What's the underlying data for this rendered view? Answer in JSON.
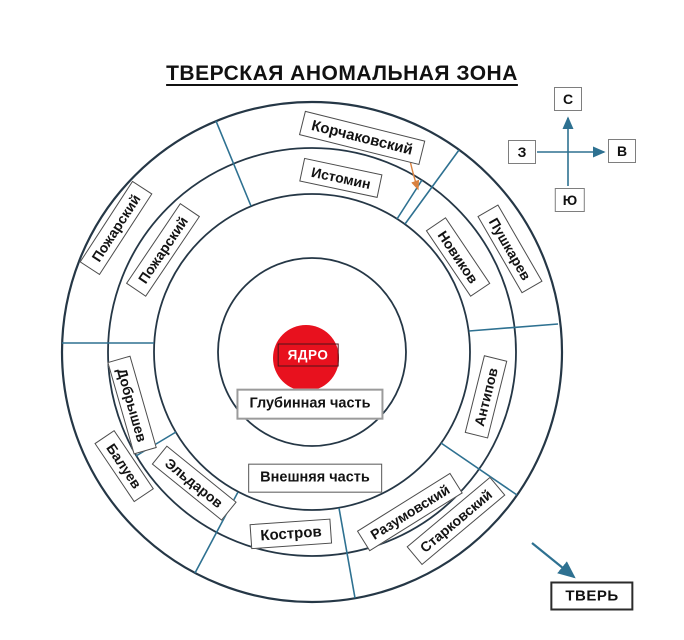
{
  "title": "ТВЕРСКАЯ АНОМАЛЬНАЯ ЗОНА",
  "compass": {
    "north": "С",
    "east": "В",
    "south": "Ю",
    "west": "З"
  },
  "core": {
    "label": "ЯДРО",
    "color": "#e8111e"
  },
  "zones": {
    "deep": "Глубинная часть",
    "outer": "Внешняя часть"
  },
  "city": {
    "label": "ТВЕРЬ"
  },
  "sector_labels": {
    "korchakovsky": "Корчаковский",
    "istomin": "Истомин",
    "pozharsky_outer": "Пожарский",
    "pozharsky_inner": "Пожарский",
    "novikov": "Новиков",
    "pushkarev": "Пушкарев",
    "antipov": "Антипов",
    "razumovsky": "Разумовский",
    "starkovsky": "Старковский",
    "kostrov": "Костров",
    "eldarov": "Эльдаров",
    "baluev": "Балуев",
    "dobryshev": "Добрышев"
  },
  "colors": {
    "ring_stroke": "#253746",
    "divider_teal": "#2e7191",
    "pointer_orange": "#d9813f",
    "core_red": "#e8111e"
  }
}
